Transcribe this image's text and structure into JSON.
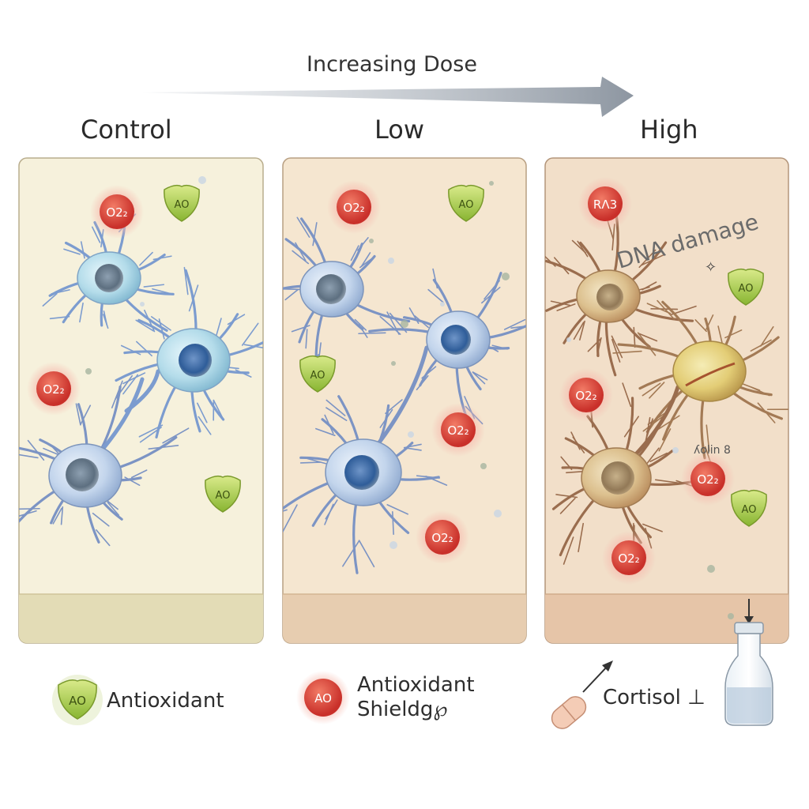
{
  "header": {
    "dose_label": "Increasing Dose"
  },
  "panels": [
    {
      "title": "Control",
      "background": "#f6f1dc"
    },
    {
      "title": "Low",
      "background": "#f5e6d0"
    },
    {
      "title": "High",
      "background": "#f2dfc9",
      "annotation": "DNA damage",
      "annotation_small": "ʎolin 8"
    },
    {
      "badge_ros": "O2₂",
      "badge_ros_high": "RΛ3",
      "badge_ao": "AO"
    }
  ],
  "legend": {
    "ao_label": "Antioxidant",
    "shield_line1": "Antioxidant",
    "shield_line2": "Shieldg℘",
    "cortisol_label": "Cortisol ⊥",
    "badge_ao": "AO"
  },
  "colors": {
    "healthy_cell": "#a9c4e6",
    "damaged_cell": "#d9b78c",
    "ros_badge": "#d9443a",
    "antioxidant_badge": "#9cc545",
    "arrow": "#8f98a3"
  }
}
